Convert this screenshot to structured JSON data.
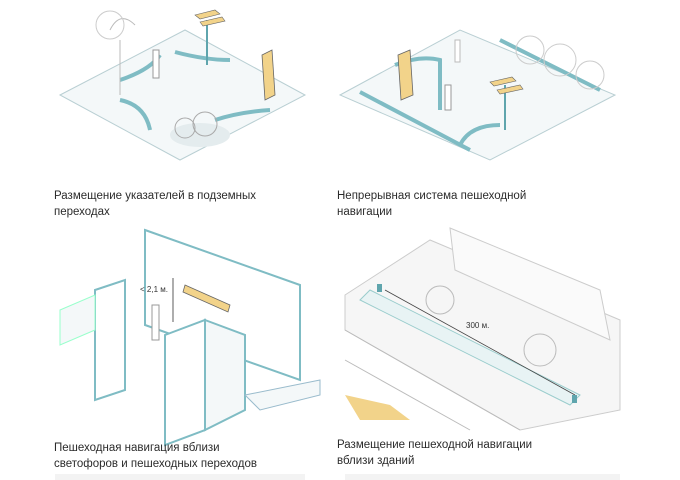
{
  "panels": [
    {
      "caption_line1": "Размещение указателей в подземных",
      "caption_line2": "переходах"
    },
    {
      "caption_line1": "Непрерывная система пешеходной",
      "caption_line2": "навигации"
    },
    {
      "caption_line1": "Пешеходная навигация вблизи",
      "caption_line2": "светофоров и пешеходных переходов",
      "height_label": "< 2,1 м."
    },
    {
      "caption_line1": "Размещение пешеходной навигации",
      "caption_line2": "вблизи зданий",
      "distance_label": "300 м."
    }
  ],
  "colors": {
    "accent": "#8fc9cf",
    "sign": "#f2d38a",
    "ground": "#eef4f5",
    "line": "#6fb3bb"
  }
}
